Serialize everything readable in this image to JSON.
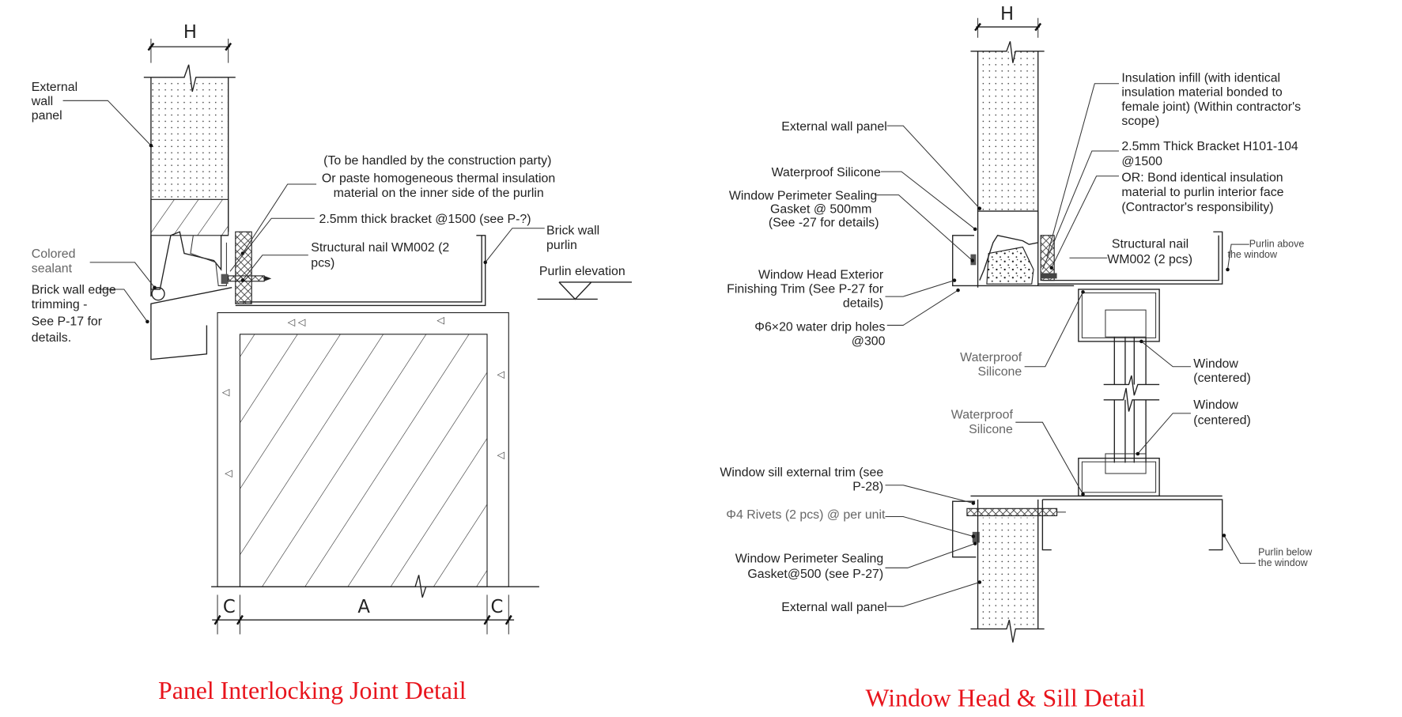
{
  "left": {
    "title": "Panel Interlocking Joint Detail",
    "title_color": "#e8141c",
    "dim_h": "H",
    "dim_c1": "C",
    "dim_a": "A",
    "dim_c2": "C",
    "labels": {
      "external_wall_panel": [
        "External",
        "wall",
        "panel"
      ],
      "construction_party": "(To be handled by the construction party)",
      "paste_insulation": [
        "Or paste homogeneous thermal insulation",
        "material on the inner side of the purlin"
      ],
      "bracket": "2.5mm thick bracket @1500 (see P-?)",
      "structural_nail": [
        "Structural nail WM002 (2",
        "pcs)"
      ],
      "brick_wall_purlin": [
        "Brick wall",
        "purlin"
      ],
      "purlin_elevation": "Purlin elevation",
      "colored_sealant": [
        "Colored",
        "sealant"
      ],
      "edge_trimming": [
        "Brick wall edge",
        "trimming -",
        "See P-17 for",
        "details."
      ]
    }
  },
  "right": {
    "title": "Window Head & Sill Detail",
    "title_color": "#e8141c",
    "dim_h": "H",
    "labels": {
      "external_wall_panel_top": "External wall panel",
      "waterproof_silicone_top": "Waterproof Silicone",
      "perimeter_gasket_top": [
        "Window Perimeter Sealing",
        "Gasket @ 500mm",
        "(See -27 for details)"
      ],
      "head_trim": [
        "Window Head Exterior",
        "Finishing Trim (See P-27 for",
        "details)"
      ],
      "drip_holes": [
        "Φ6×20  water drip holes",
        "@300"
      ],
      "waterproof_silicone_mid1": [
        "Waterproof",
        "Silicone"
      ],
      "waterproof_silicone_mid2": [
        "Waterproof",
        "Silicone"
      ],
      "insulation_infill": [
        "Insulation infill (with identical",
        "insulation material bonded to",
        "female joint) (Within contractor's",
        "scope)"
      ],
      "bracket_h101": [
        "2.5mm Thick Bracket H101-104",
        "@1500"
      ],
      "bond_insulation": [
        "OR: Bond identical insulation",
        "material to purlin interior face",
        "(Contractor's responsibility)"
      ],
      "structural_nail": [
        "Structural nail",
        "WM002 (2 pcs)"
      ],
      "purlin_above": [
        "Purlin above",
        "the window"
      ],
      "window_centered_1": [
        "Window",
        "(centered)"
      ],
      "window_centered_2": [
        "Window",
        "(centered)"
      ],
      "sill_trim": [
        "Window sill external trim (see",
        "P-28)"
      ],
      "rivets": "Φ4 Rivets (2 pcs) @ per unit",
      "perimeter_gasket_bottom": [
        "Window Perimeter Sealing",
        "Gasket@500 (see P-27)"
      ],
      "external_wall_panel_bottom": "External wall panel",
      "purlin_below": [
        "Purlin below",
        "the window"
      ]
    }
  }
}
